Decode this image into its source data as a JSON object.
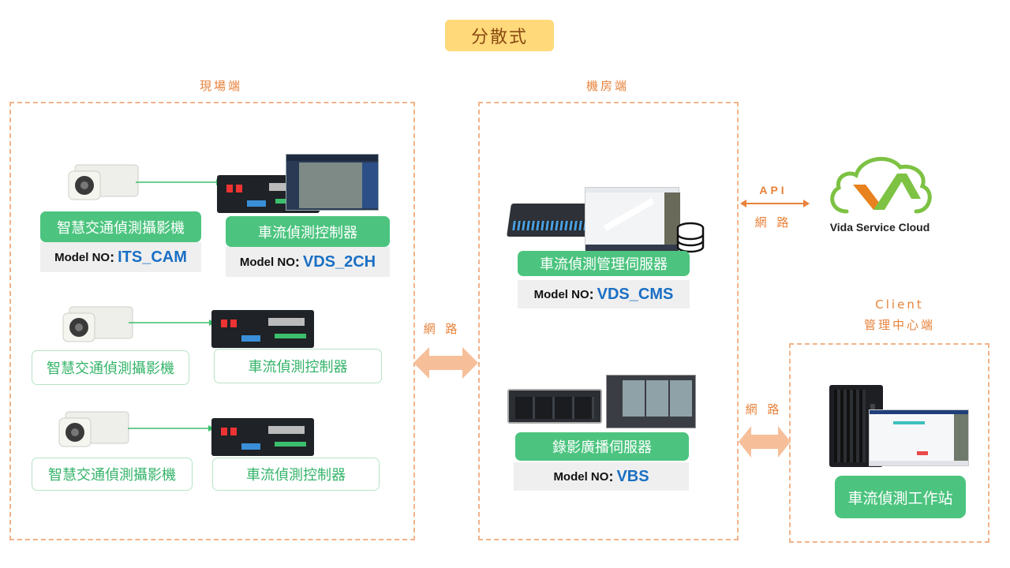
{
  "title": "分散式",
  "zones": {
    "field": "現場端",
    "server_room": "機房端",
    "client_line1": "Client",
    "client_line2": "管理中心端"
  },
  "field": {
    "rows": [
      {
        "camera_label": "智慧交通偵測攝影機",
        "camera_model_prefix": "Model NO",
        "camera_model": "ITS_CAM",
        "controller_label": "車流偵測控制器",
        "controller_model_prefix": "Model NO",
        "controller_model": "VDS_2CH"
      },
      {
        "camera_label": "智慧交通偵測攝影機",
        "controller_label": "車流偵測控制器"
      },
      {
        "camera_label": "智慧交通偵測攝影機",
        "controller_label": "車流偵測控制器"
      }
    ]
  },
  "server_room": {
    "cms_label": "車流偵測管理伺服器",
    "cms_model_prefix": "Model NO",
    "cms_model": "VDS_CMS",
    "vbs_label": "錄影廣播伺服器",
    "vbs_model_prefix": "Model NO",
    "vbs_model": "VBS"
  },
  "connections": {
    "field_to_room": "網 路",
    "api_label": "API",
    "api_network": "網 路",
    "room_to_client": "網 路"
  },
  "cloud": {
    "name": "Vida Service Cloud",
    "colors": {
      "cloud": "#7dc243",
      "v_mark": "#e8821e",
      "a_mark": "#7dc243"
    }
  },
  "client": {
    "workstation_label": "車流偵測工作站"
  },
  "colors": {
    "accent_orange": "#e8823a",
    "dash_border": "#f2b38a",
    "green": "#4cc47f",
    "model_blue": "#1a6fc4",
    "title_bg": "#ffd97a"
  }
}
